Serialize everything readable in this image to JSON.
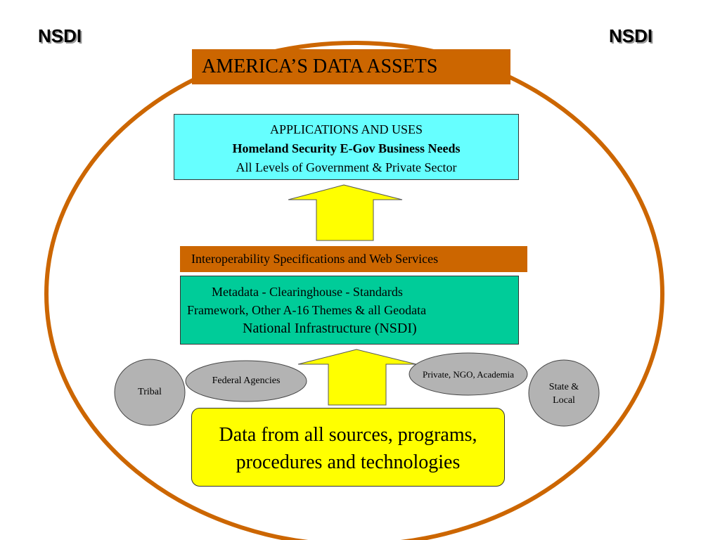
{
  "corner_labels": {
    "left": "NSDI",
    "right": "NSDI"
  },
  "title": "AMERICA’S DATA ASSETS",
  "applications": {
    "heading": "APPLICATIONS AND USES",
    "emphasis": "Homeland Security  E-Gov  Business Needs",
    "scope": "All Levels of Government & Private Sector"
  },
  "interoperability": "Interoperability Specifications and Web Services",
  "infrastructure": {
    "line1": "Metadata  - Clearinghouse  -  Standards",
    "line2": "Framework,  Other A-16 Themes & all Geodata",
    "line3": "National Infrastructure (NSDI)"
  },
  "contributors": {
    "tribal": "Tribal",
    "federal": "Federal Agencies",
    "private": "Private, NGO, Academia",
    "state_local_line1": "State &",
    "state_local_line2": "Local"
  },
  "data_sources": {
    "line1": "Data from all sources, programs,",
    "line2": "procedures and technologies"
  },
  "colors": {
    "ring": "#cc6600",
    "title_fill": "#cc6600",
    "applications_fill": "#66ffff",
    "infrastructure_fill": "#00cc99",
    "arrow_fill": "#ffff00",
    "oval_fill": "#b3b3b3",
    "data_fill": "#ffff00"
  }
}
